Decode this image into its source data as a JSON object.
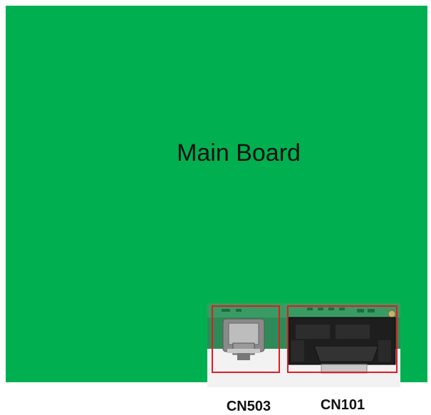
{
  "diagram": {
    "title": "Main Board",
    "connectors": [
      {
        "id": "cn503",
        "label": "CN503",
        "kind": "usb"
      },
      {
        "id": "cn101",
        "label": "CN101",
        "kind": "d-sub"
      }
    ],
    "colors": {
      "board": "#00b050",
      "highlight": "#e01b24",
      "pcb": "#2f8f55"
    }
  }
}
